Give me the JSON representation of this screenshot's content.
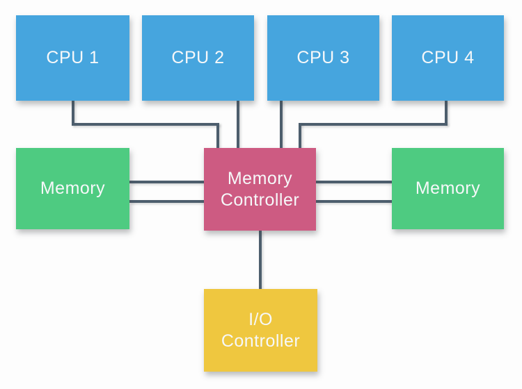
{
  "diagram": {
    "background": "#fdfdfd",
    "text_color": "#f6f8f9",
    "line_color": "#4d5e6d",
    "nodes": {
      "cpu1": {
        "label": "CPU 1",
        "color": "#46a5de",
        "type": "cpu"
      },
      "cpu2": {
        "label": "CPU 2",
        "color": "#46a5de",
        "type": "cpu"
      },
      "cpu3": {
        "label": "CPU 3",
        "color": "#46a5de",
        "type": "cpu"
      },
      "cpu4": {
        "label": "CPU 4",
        "color": "#46a5de",
        "type": "cpu"
      },
      "memory_left": {
        "label": "Memory",
        "color": "#4ecb81",
        "type": "memory"
      },
      "memory_controller": {
        "label": "Memory Controller",
        "color": "#cd5b82",
        "type": "controller"
      },
      "memory_right": {
        "label": "Memory",
        "color": "#4ecb81",
        "type": "memory"
      },
      "io_controller": {
        "label": "I/O Controller",
        "color": "#efc73f",
        "type": "controller"
      }
    },
    "edges": [
      {
        "from": "cpu1",
        "to": "memory_controller",
        "channels": 1
      },
      {
        "from": "cpu2",
        "to": "memory_controller",
        "channels": 1
      },
      {
        "from": "cpu3",
        "to": "memory_controller",
        "channels": 1
      },
      {
        "from": "cpu4",
        "to": "memory_controller",
        "channels": 1
      },
      {
        "from": "memory_left",
        "to": "memory_controller",
        "channels": 2
      },
      {
        "from": "memory_right",
        "to": "memory_controller",
        "channels": 2
      },
      {
        "from": "memory_controller",
        "to": "io_controller",
        "channels": 1
      }
    ]
  }
}
